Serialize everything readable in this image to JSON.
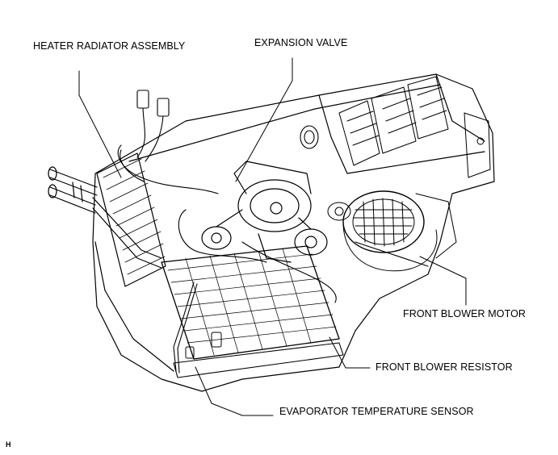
{
  "labels": {
    "heater_radiator": "HEATER RADIATOR ASSEMBLY",
    "expansion_valve": "EXPANSION VALVE",
    "front_blower_motor": "FRONT BLOWER MOTOR",
    "front_blower_resistor": "FRONT BLOWER RESISTOR",
    "evaporator_sensor": "EVAPORATOR TEMPERATURE SENSOR"
  },
  "figure_code": "H"
}
